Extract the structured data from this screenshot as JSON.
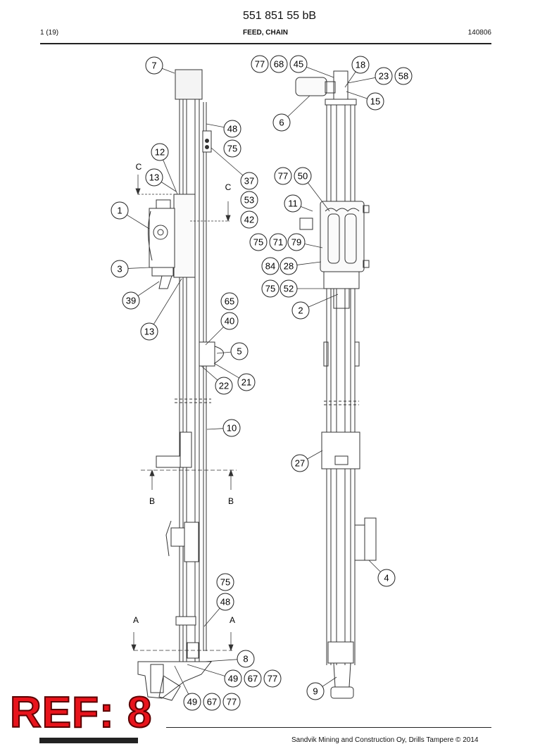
{
  "header": {
    "doc_code": "551 851 55 bB",
    "page": "1 (19)",
    "title": "FEED, CHAIN",
    "date": "140806"
  },
  "stamp": {
    "text": "REF: 8"
  },
  "footer": {
    "text": "Sandvik Mining and Construction Oy, Drills Tampere © 2014"
  },
  "callouts": [
    {
      "label": "7"
    },
    {
      "label": "48"
    },
    {
      "label": "75"
    },
    {
      "label": "12"
    },
    {
      "label": "13"
    },
    {
      "label": "37"
    },
    {
      "label": "53"
    },
    {
      "label": "42"
    },
    {
      "label": "1"
    },
    {
      "label": "3"
    },
    {
      "label": "39"
    },
    {
      "label": "13"
    },
    {
      "label": "65"
    },
    {
      "label": "40"
    },
    {
      "label": "5"
    },
    {
      "label": "21"
    },
    {
      "label": "22"
    },
    {
      "label": "10"
    },
    {
      "label": "75"
    },
    {
      "label": "48"
    },
    {
      "label": "8"
    },
    {
      "label": "49"
    },
    {
      "label": "67"
    },
    {
      "label": "77"
    },
    {
      "label": "49"
    },
    {
      "label": "67"
    },
    {
      "label": "77"
    },
    {
      "label": "77"
    },
    {
      "label": "68"
    },
    {
      "label": "45"
    },
    {
      "label": "18"
    },
    {
      "label": "23"
    },
    {
      "label": "58"
    },
    {
      "label": "15"
    },
    {
      "label": "6"
    },
    {
      "label": "77"
    },
    {
      "label": "50"
    },
    {
      "label": "11"
    },
    {
      "label": "75"
    },
    {
      "label": "71"
    },
    {
      "label": "79"
    },
    {
      "label": "84"
    },
    {
      "label": "28"
    },
    {
      "label": "75"
    },
    {
      "label": "52"
    },
    {
      "label": "2"
    },
    {
      "label": "27"
    },
    {
      "label": "4"
    },
    {
      "label": "9"
    }
  ],
  "section_marks": [
    {
      "label": "C"
    },
    {
      "label": "C"
    },
    {
      "label": "B"
    },
    {
      "label": "B"
    },
    {
      "label": "A"
    },
    {
      "label": "A"
    }
  ]
}
